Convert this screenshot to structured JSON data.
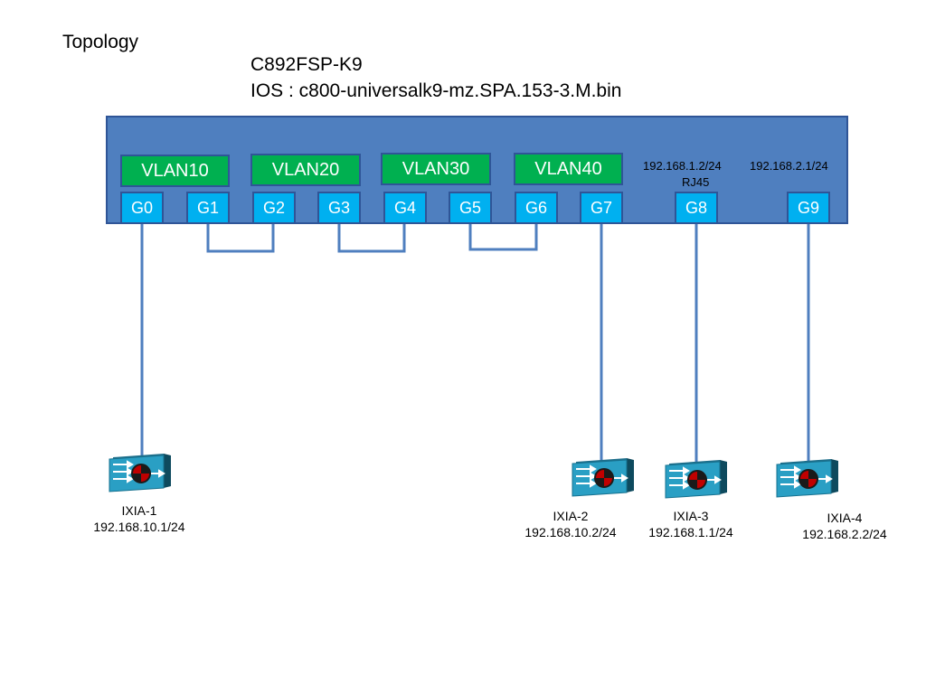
{
  "slide": {
    "title": "Topology",
    "model": "C892FSP-K9",
    "ios": "IOS : c800-universalk9-mz.SPA.153-3.M.bin"
  },
  "router": {
    "vlans": [
      "VLAN10",
      "VLAN20",
      "VLAN30",
      "VLAN40"
    ],
    "ports": [
      "G0",
      "G1",
      "G2",
      "G3",
      "G4",
      "G5",
      "G6",
      "G7",
      "G8",
      "G9"
    ],
    "g8_ip": "192.168.1.2/24",
    "g8_note": "RJ45",
    "g9_ip": "192.168.2.1/24"
  },
  "devices": [
    {
      "name": "IXIA-1",
      "ip": "192.168.10.1/24"
    },
    {
      "name": "IXIA-2",
      "ip": "192.168.10.2/24"
    },
    {
      "name": "IXIA-3",
      "ip": "192.168.1.1/24"
    },
    {
      "name": "IXIA-4",
      "ip": "192.168.2.2/24"
    }
  ],
  "colors": {
    "chassis": "#4f7fbf",
    "vlan": "#00b050",
    "port": "#00b0f0",
    "link": "#4f7fbf"
  }
}
